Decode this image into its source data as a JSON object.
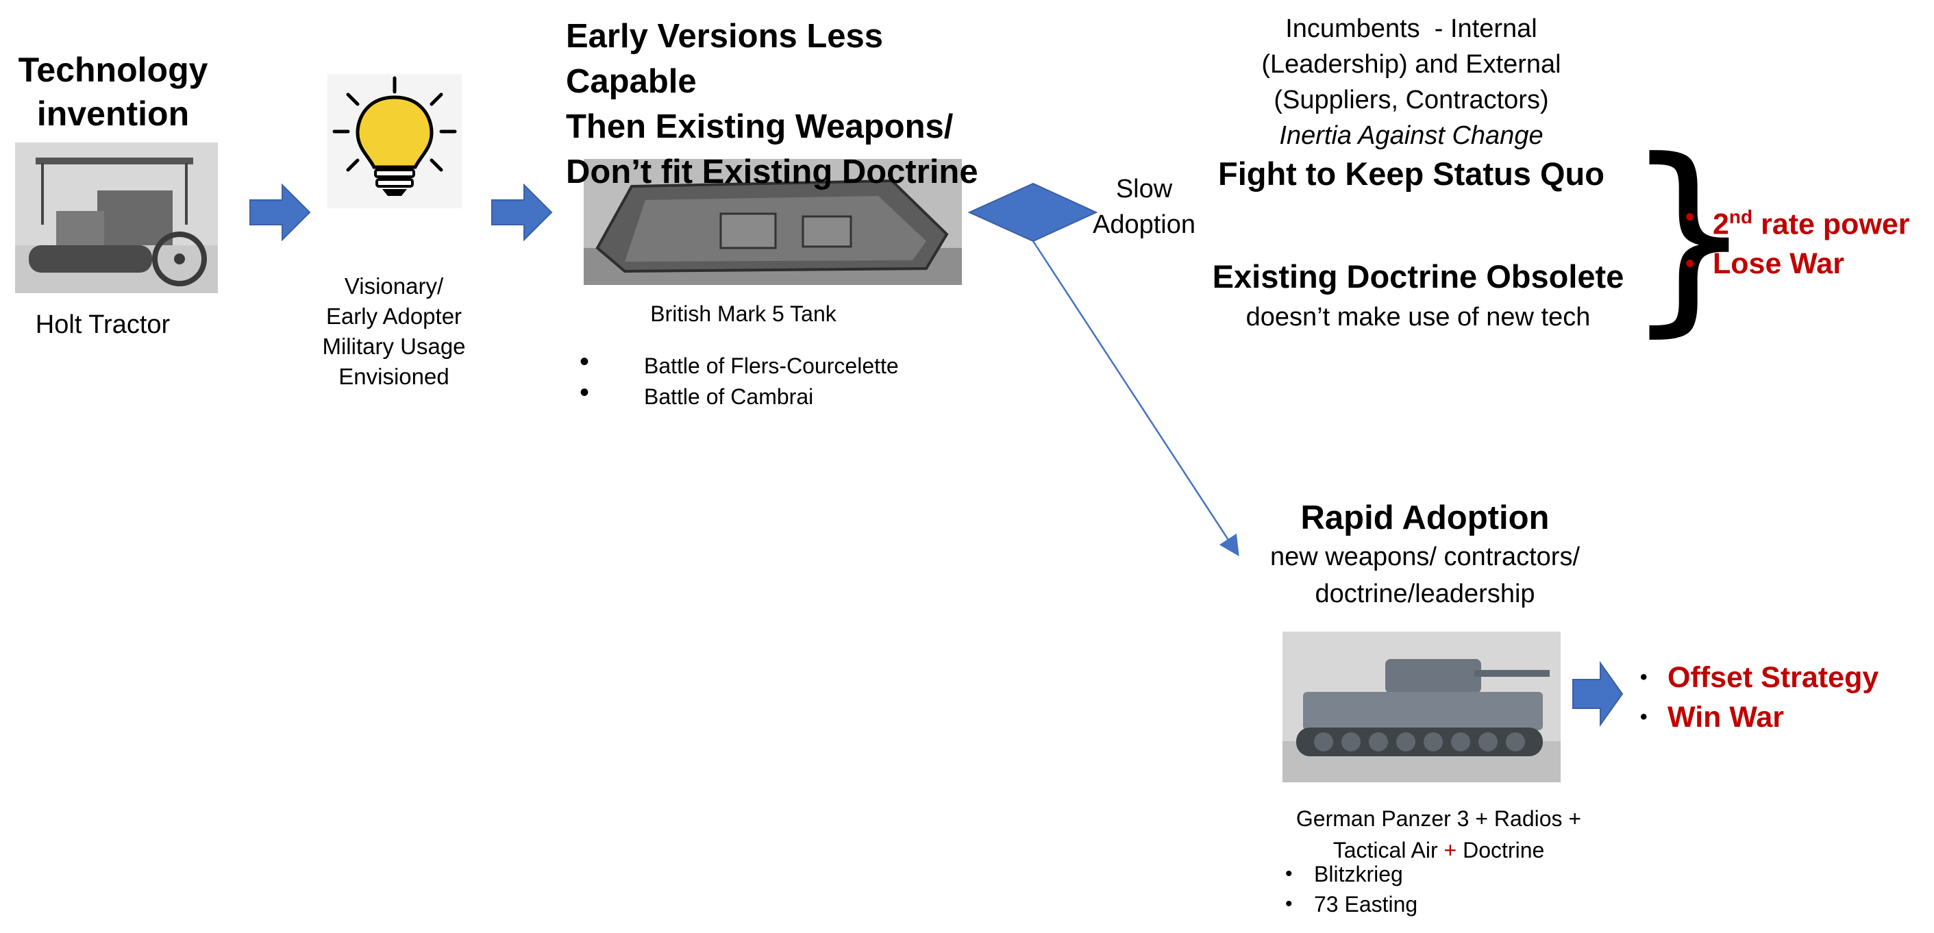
{
  "technology_title": "Technology invention",
  "holt_caption": "Holt Tractor",
  "visionary_caption": [
    "Visionary/",
    "Early Adopter",
    "Military Usage",
    "Envisioned"
  ],
  "early_versions_title": [
    "Early Versions Less Capable",
    "Then Existing Weapons/",
    "Don’t fit Existing Doctrine"
  ],
  "mark5_caption": "British Mark 5 Tank",
  "battles": [
    "Battle of Flers-Courcelette",
    "Battle of Cambrai"
  ],
  "slow_adoption": [
    "Slow",
    "Adoption"
  ],
  "incumbents": {
    "line1": "Incumbents  - Internal",
    "line2": "(Leadership) and External",
    "line3": "(Suppliers, Contractors)",
    "line4": "Inertia Against Change"
  },
  "fight_status_quo": "Fight to Keep Status Quo",
  "existing_obsolete": "Existing Doctrine Obsolete",
  "doesnt_use_tech": "doesn’t make use of new tech",
  "outcome_slow": {
    "power_prefix": "2",
    "power_sup": "nd",
    "power_suffix": " rate power",
    "lose": "Lose War"
  },
  "rapid_adoption_title": "Rapid Adoption",
  "rapid_adoption_sub": [
    "new weapons/ contractors/",
    "doctrine/leadership"
  ],
  "panzer_caption": {
    "line1": "German Panzer 3 + Radios +",
    "line2_a": "Tactical Air ",
    "plus": "+",
    "line2_b": " Doctrine"
  },
  "panzer_bullets": [
    "Blitzkrieg",
    "73 Easting"
  ],
  "outcome_rapid": [
    "Offset Strategy",
    "Win War"
  ],
  "colors": {
    "arrow": "#4472c4",
    "accent_red": "#c00000",
    "bulb": "#f5d033"
  }
}
